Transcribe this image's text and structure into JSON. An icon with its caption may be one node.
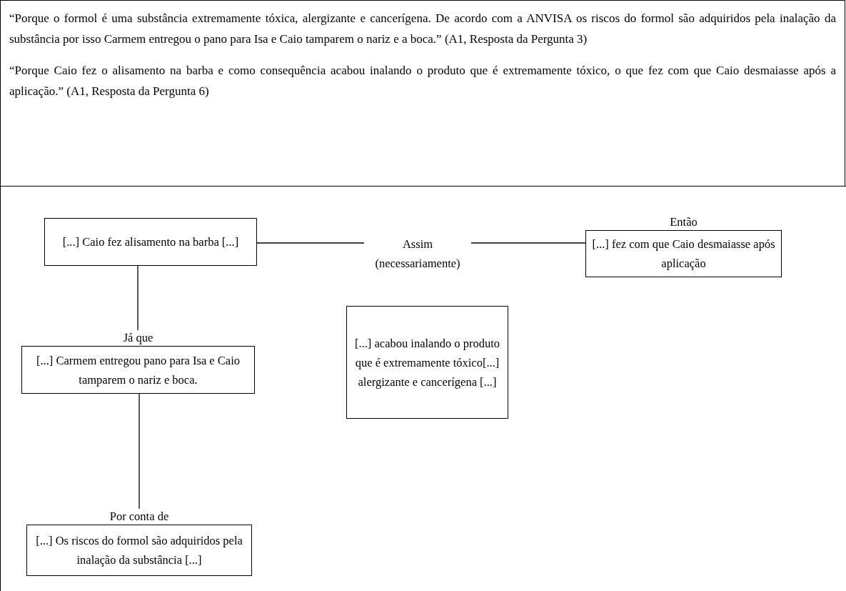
{
  "diagram": {
    "nodes": [
      {
        "text": [
          "“Porque o formol é uma substância extremamente tóxica, alergizante e cancerígena. De acordo com a ANVISA os riscos do formol são adquiridos pela inalação da substância por isso Carmem entregou o pano para Isa e Caio tamparem o nariz e a boca.” (A1, Resposta da Pergunta 3)",
          "“Porque Caio fez o alisamento na barba e como consequência acabou inalando o produto que é extremamente tóxico, o que fez com que Caio desmaiasse após a aplicação.” (A1, Resposta da Pergunta 6)"
        ]
      },
      {
        "text": [
          "[...] Caio fez alisamento na barba [...]"
        ]
      },
      {
        "text": [
          "[...] fez com que Caio desmaiasse após aplicação"
        ],
        "beside": [
          "Então"
        ]
      },
      {
        "text": [
          "Assim (necessariamente)"
        ]
      },
      {
        "text": [
          "[...] acabou inalando o produto que é extremamente tóxico[...] alergizante e cancerígena [...]"
        ]
      },
      {
        "text": [
          "[...] Carmem entregou pano para Isa e Caio tamparem o nariz e boca."
        ],
        "beside": [
          "Já que"
        ]
      },
      {
        "text": [
          "[...] Os riscos do formol são adquiridos pela inalação da substância [...]"
        ],
        "beside": [
          "Por conta de"
        ]
      }
    ],
    "edges": [
      {
        "from": 1,
        "to": 3,
        "arrow": "none"
      },
      {
        "from": 3,
        "to": 2,
        "arrow": "none"
      },
      {
        "from": 1,
        "to": 5,
        "arrow": "none"
      },
      {
        "from": 5,
        "to": 6,
        "arrow": "none"
      }
    ]
  }
}
